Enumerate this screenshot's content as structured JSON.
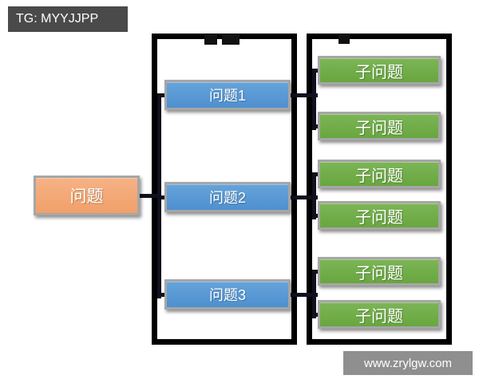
{
  "header": {
    "tg_badge": "TG: MYYJJPP"
  },
  "footer": {
    "site_badge": "www.zrylgw.com"
  },
  "diagram": {
    "root_label": "问题",
    "problems": [
      {
        "label": "问题1"
      },
      {
        "label": "问题2"
      },
      {
        "label": "问题3"
      }
    ],
    "subproblems": [
      {
        "label": "子问题"
      },
      {
        "label": "子问题"
      },
      {
        "label": "子问题"
      },
      {
        "label": "子问题"
      },
      {
        "label": "子问题"
      },
      {
        "label": "子问题"
      }
    ],
    "structure": "root -> problems(3) -> each problem -> 2 subproblems",
    "colors": {
      "root": "#F2A46F",
      "problem": "#5B9BD5",
      "subproblem": "#70AD47",
      "connector": "#10101F",
      "container_border": "#000000",
      "tg_badge_bg": "#4A4A4A",
      "site_badge_bg": "#8F8F8F"
    }
  }
}
